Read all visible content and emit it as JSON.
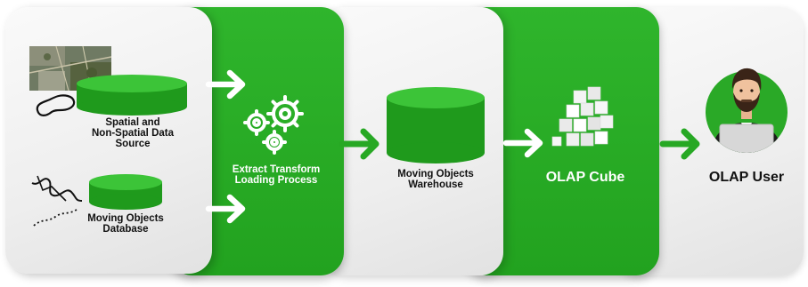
{
  "nodes": {
    "spatial_source": {
      "label_line1": "Spatial and",
      "label_line2": "Non-Spatial Data",
      "label_line3": "Source"
    },
    "moving_db": {
      "label_line1": "Moving Objects",
      "label_line2": "Database"
    },
    "etl": {
      "label_line1": "Extract Transform",
      "label_line2": "Loading Process"
    },
    "warehouse": {
      "label_line1": "Moving Objects",
      "label_line2": "Warehouse"
    },
    "olap_cube": {
      "label": "OLAP Cube"
    },
    "olap_user": {
      "label": "OLAP User"
    }
  },
  "icons": [
    "map-thumbnail-icon",
    "trajectory-icon",
    "cylinder-icon",
    "gears-icon",
    "cube-icon",
    "user-laptop-icon",
    "arrow-right-icon"
  ],
  "colors": {
    "green": "#27a824",
    "panel_grey": "#f2f2f2",
    "arrow_white": "#ffffff",
    "text_dark": "#111111"
  }
}
